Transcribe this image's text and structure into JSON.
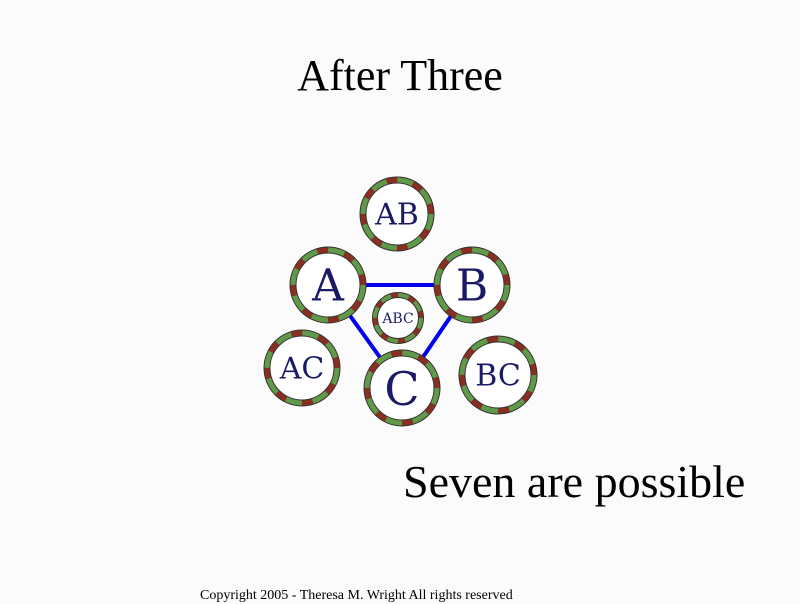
{
  "title": "After Three",
  "subtitle": "Seven are possible",
  "footer": "Copyright 2005 - Theresa M. Wright   All rights reserved",
  "colors": {
    "ring_red": "#8b2e22",
    "ring_green": "#5e9a4a",
    "link": "#0000ee",
    "label": "#1a1a66"
  },
  "diagram": {
    "nodes": [
      {
        "id": "AB",
        "label": "AB"
      },
      {
        "id": "A",
        "label": "A"
      },
      {
        "id": "B",
        "label": "B"
      },
      {
        "id": "ABC",
        "label": "ABC"
      },
      {
        "id": "AC",
        "label": "AC"
      },
      {
        "id": "C",
        "label": "C"
      },
      {
        "id": "BC",
        "label": "BC"
      }
    ],
    "edges": [
      [
        "A",
        "B"
      ],
      [
        "A",
        "C"
      ],
      [
        "B",
        "C"
      ]
    ]
  }
}
